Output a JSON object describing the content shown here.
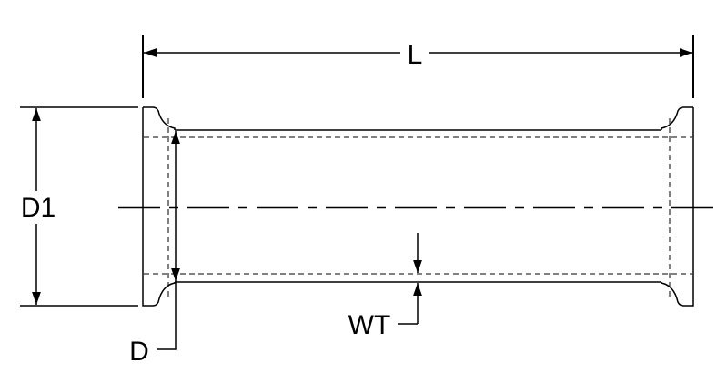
{
  "labels": {
    "length": "L",
    "flange_diameter": "D1",
    "outer_diameter": "D",
    "wall_thickness": "WT"
  },
  "colors": {
    "line": "#000000",
    "background": "#ffffff"
  }
}
